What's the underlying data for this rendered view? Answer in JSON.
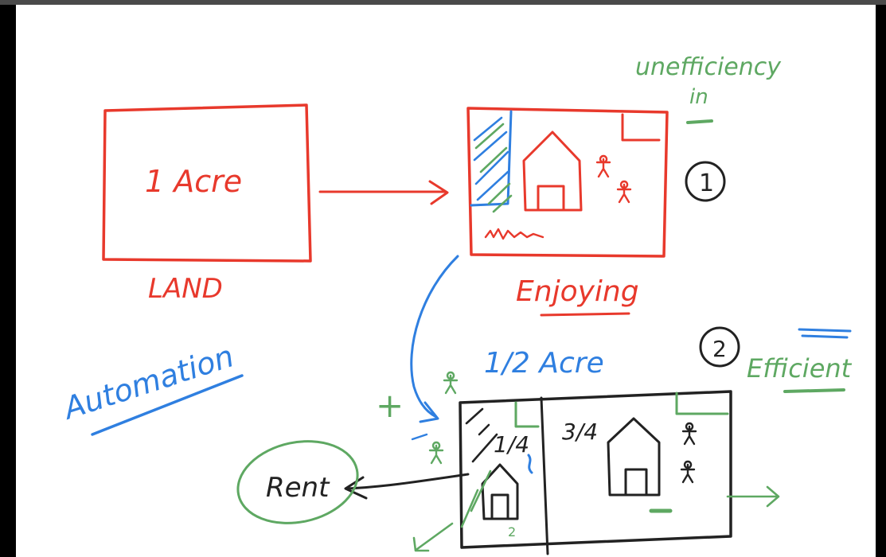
{
  "labels": {
    "one_acre": "1 Acre",
    "land": "LAND",
    "enjoying": "Enjoying",
    "unefficiency": "unefficiency",
    "in": "in",
    "automation": "Automation",
    "half_acre": "1/2 Acre",
    "efficient": "Efficient",
    "quarter": "1/4",
    "three_quarter": "3/4",
    "rent": "Rent",
    "circle_one": "1",
    "circle_two": "2",
    "bottom_two": "2",
    "plus": "+"
  },
  "colors": {
    "red": "#e8392c",
    "blue": "#2f7fe0",
    "green": "#5ea862",
    "black": "#222222",
    "background": "#ffffff"
  }
}
